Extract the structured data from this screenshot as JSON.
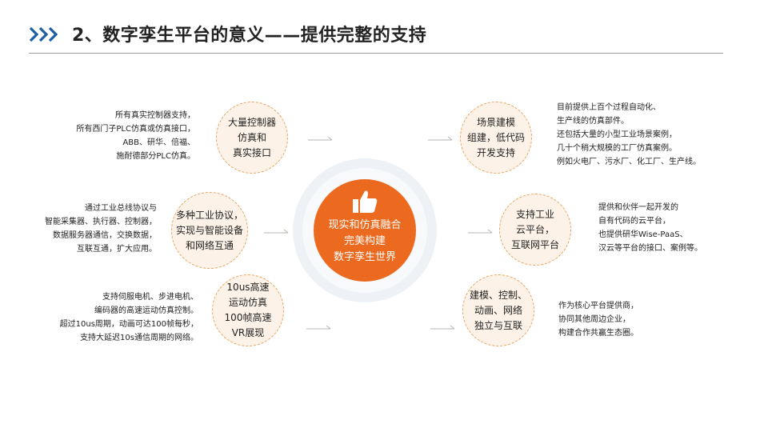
{
  "title": "2、数字孪生平台的意义——提供完整的支持",
  "center": {
    "text": "现实和仿真融合\n完美构建\n数字孪生世界"
  },
  "left_nodes": [
    {
      "label": "大量控制器\n仿真和\n真实接口",
      "desc": "所有真实控制器支持，\n所有西门子PLC仿真或仿真接口，\nABB、研华、倍福、\n施耐德部分PLC仿真。"
    },
    {
      "label": "多种工业协议，\n实现与智能设备\n和网络互通",
      "desc": "通过工业总线协议与\n智能采集器、执行器、控制器，\n数据服务器通信，交换数据，\n互联互通，扩大应用。"
    },
    {
      "label": "10us高速\n运动仿真\n100帧高速\nVR展现",
      "desc": "支持伺服电机、步进电机、\n编码器的高速运动仿真控制。\n超过10us周期，动画可达100帧每秒，\n支持大延迟10s通信周期的网络。"
    }
  ],
  "right_nodes": [
    {
      "label": "场景建模\n组建，低代码\n开发支持",
      "desc": "目前提供上百个过程自动化、\n生产线的仿真部件。\n还包括大量的小型工业场景案例，\n几十个稍大规模的工厂仿真案例。\n例如火电厂、污水厂、化工厂、生产线。"
    },
    {
      "label": "支持工业\n云平台，\n互联网平台",
      "desc": "提供和伙伴一起开发的\n自有代码的云平台，\n也提供研华Wise-PaaS、\n汉云等平台的接口、案例等。"
    },
    {
      "label": "建模、控制、\n动画、网络\n独立与互联",
      "desc": "作为核心平台提供商，\n协同其他周边企业，\n构建合作共赢生态圈。"
    }
  ],
  "icons": {
    "title": "chevrons-right-icon",
    "center": "thumbs-up-icon"
  },
  "colors": {
    "accent": "#ec6a1f",
    "title_arrows": "#1f5fa6",
    "node_fill": "#fdf2e7",
    "node_border": "#e8a462"
  }
}
